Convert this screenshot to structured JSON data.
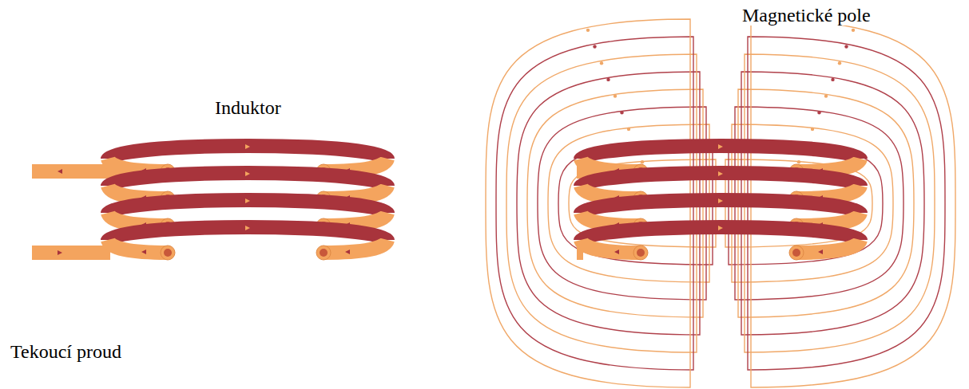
{
  "diagram": {
    "labels": [
      "Induktor",
      "Tekoucí proud",
      "Magnetické pole"
    ]
  }
}
